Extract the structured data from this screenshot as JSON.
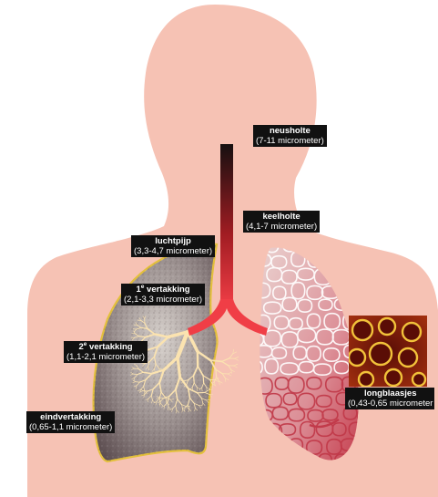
{
  "colors": {
    "body": "#f6c2b4",
    "left_lung_fill": "#8a7b7d",
    "left_lung_outline": "#e3c03c",
    "right_lung_fill": "#e2a4aa",
    "right_lung_net": "#ffffff",
    "trachea_top": "#161010",
    "trachea_bottom": "#f03e46",
    "bronchi": "#fbe3b0",
    "alveoli_dark": "#7a1a0e",
    "alveoli_light": "#f2c23a",
    "label_bg": "#111111",
    "label_text": "#ffffff"
  },
  "labels": [
    {
      "key": "neusholte",
      "title": "neusholte",
      "range": "(7-11 micrometer)"
    },
    {
      "key": "keelholte",
      "title": "keelholte",
      "range": "(4,1-7 micrometer)"
    },
    {
      "key": "luchtpijp",
      "title": "luchtpijp",
      "range": "(3,3-4,7 micrometer)"
    },
    {
      "key": "vertakking1",
      "title_prefix": "1",
      "title_sup": "e",
      "title_suffix": " vertakking",
      "range": "(2,1-3,3 micrometer)"
    },
    {
      "key": "vertakking2",
      "title_prefix": "2",
      "title_sup": "e",
      "title_suffix": " vertakking",
      "range": "(1,1-2,1 micrometer)"
    },
    {
      "key": "eindvertakking",
      "title": "eindvertakking",
      "range": "(0,65-1,1 micrometer)"
    },
    {
      "key": "longblaasjes",
      "title": "longblaasjes",
      "range": "(0,43-0,65 micrometer"
    }
  ]
}
